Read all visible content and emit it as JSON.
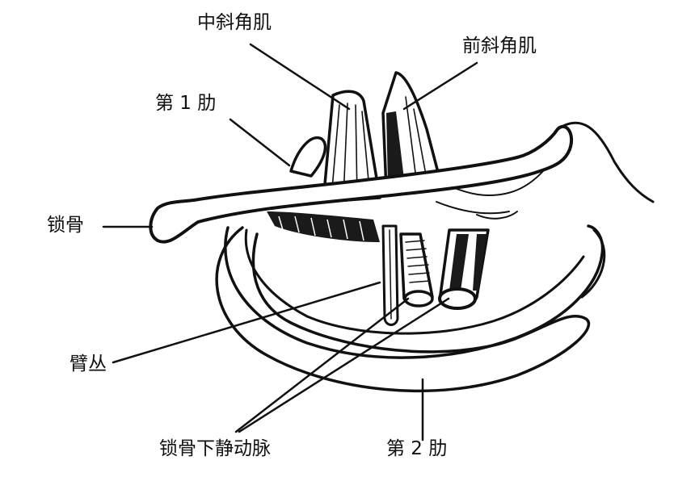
{
  "labels": {
    "middle_scalene": "中斜角肌",
    "anterior_scalene": "前斜角肌",
    "first_rib": "第 1 肋",
    "clavicle": "锁骨",
    "brachial_plexus": "臂丛",
    "subclavian_vessels": "锁骨下静动脉",
    "second_rib": "第 2 肋"
  },
  "colors": {
    "ink": "#111111",
    "background": "#ffffff"
  }
}
